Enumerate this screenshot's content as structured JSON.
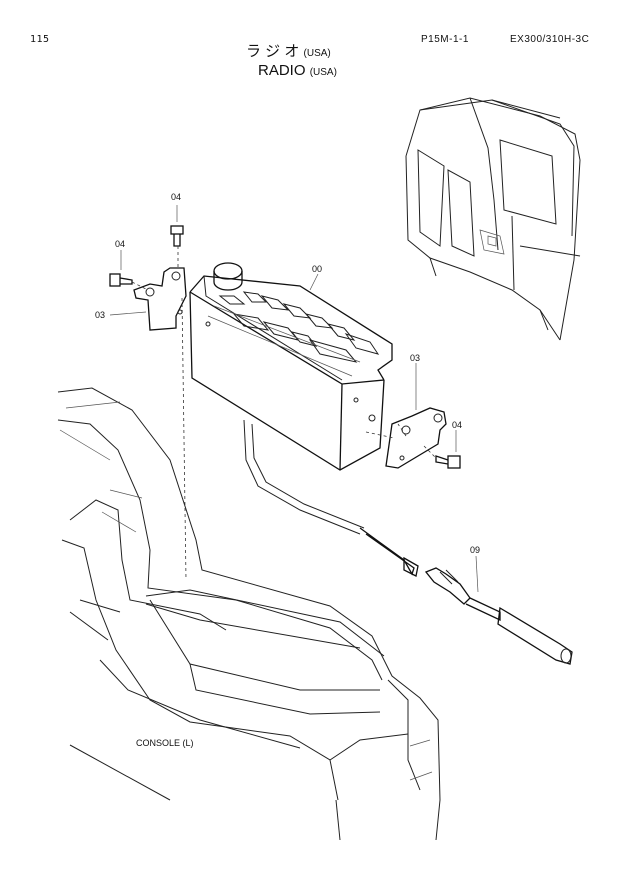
{
  "header": {
    "page_number": "115",
    "title_jp": "ラ ジ オ",
    "title_jp_region": "(USA)",
    "title_en": "RADIO",
    "title_en_region": "(USA)",
    "part_code": "P15M-1-1",
    "model": "EX300/310H-3C"
  },
  "callouts": {
    "radio": "00",
    "bracket_left": "03",
    "bracket_right": "03",
    "bolt_top": "04",
    "bolt_left": "04",
    "bolt_right": "04",
    "antenna_cable": "09"
  },
  "captions": {
    "console": "CONSOLE (L)"
  }
}
